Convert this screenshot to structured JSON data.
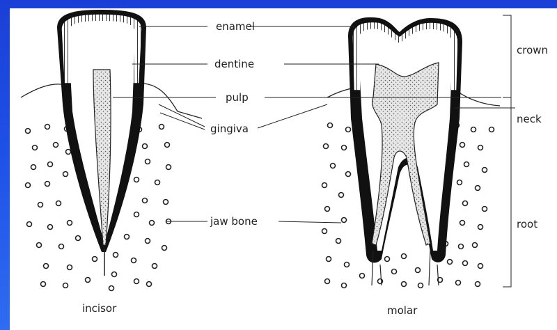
{
  "labels": {
    "enamel": "enamel",
    "dentine": "dentine",
    "pulp": "pulp",
    "gingiva": "gingiva",
    "jaw_bone": "jaw bone",
    "crown": "crown",
    "neck": "neck",
    "root": "root"
  },
  "captions": {
    "incisor": "incisor",
    "molar": "molar"
  },
  "colors": {
    "background": "#1e50e6",
    "panel": "#ffffff",
    "ink": "#111111",
    "pulp_fill": "#d9d9d9"
  }
}
